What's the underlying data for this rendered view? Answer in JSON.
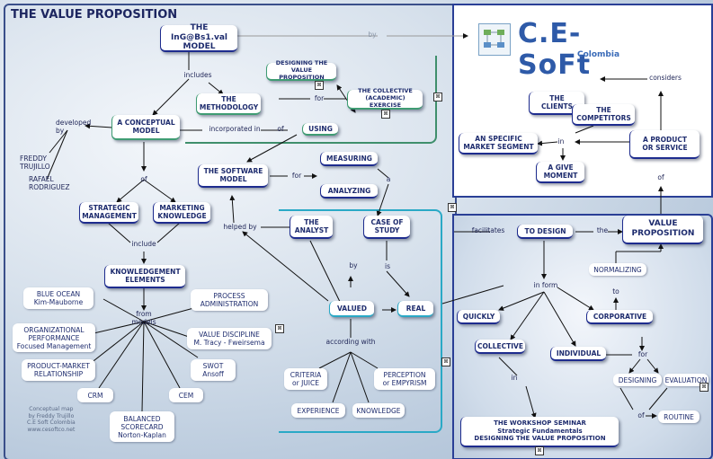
{
  "title": "THE VALUE PROPOSITION",
  "credit": "Conceptual map\nby Freddy Trujillo\nC.E Soft Colombia\nwww.cesoftco.net",
  "logo": {
    "name": "C.E-SoFt",
    "sub": "Colombia"
  },
  "colors": {
    "frame_dark": "#2a3f96",
    "frame_green": "#3f8f6c",
    "frame_teal": "#2aa9c6",
    "text": "#1e2c6e"
  },
  "nodes": {
    "model": "THE InG@Bs1.val\nMODEL",
    "conceptual": "A CONCEPTUAL\nMODEL",
    "methodology": "THE\nMETHODOLOGY",
    "designing_vp": "DESIGNING THE\nVALUE PROPOSITION",
    "collective_ex": "THE COLLECTIVE\n(ACADEMIC) EXERCISE",
    "using": "USING",
    "software": "THE SOFTWARE\nMODEL",
    "measuring": "MEASURING",
    "analyzing": "ANALYZING",
    "strategic": "STRATEGIC\nMANAGEMENT",
    "marketing": "MARKETING\nKNOWLEDGE",
    "analyst": "THE\nANALYST",
    "case": "CASE OF\nSTUDY",
    "knowledge_el": "KNOWLEDGEMENT\nELEMENTS",
    "blue_ocean": "BLUE OCEAN\nKim-Mauborne",
    "process": "PROCESS\nADMINISTRATION",
    "org_perf": "ORGANIZATIONAL\nPERFORMANCE\nFocused Management",
    "value_disc": "VALUE DISCIPLINE\nM. Tracy - Fweirsema",
    "product_market": "PRODUCT-MARKET\nRELATIONSHIP",
    "swot": "SWOT\nAnsoff",
    "crm": "CRM",
    "cem": "CEM",
    "balanced": "BALANCED\nSCORECARD\nNorton-Kaplan",
    "valued": "VALUED",
    "real": "REAL",
    "criteria": "CRITERIA\nor JUICE",
    "perception": "PERCEPTION\nor EMPYRISM",
    "experience": "EXPERIENCE",
    "knowledge": "KNOWLEDGE",
    "clients": "THE\nCLIENTS",
    "competitors": "THE\nCOMPETITORS",
    "segment": "AN SPECIFIC\nMARKET SEGMENT",
    "product": "A PRODUCT\nOR SERVICE",
    "moment": "A GIVE\nMOMENT",
    "to_design": "TO DESIGN",
    "value_prop": "VALUE\nPROPOSITION",
    "normalizing": "NORMALIZING",
    "quickly": "QUICKLY",
    "corporative": "CORPORATIVE",
    "collective": "COLLECTIVE",
    "individual": "INDIVIDUAL",
    "designing": "DESIGNING",
    "evaluation": "EVALUATION",
    "routine": "ROUTINE",
    "workshop": "THE WORKSHOP SEMINAR\nStrategic Fundamentals\nDESIGNING THE VALUE PROPOSITION"
  },
  "labels": {
    "by_top": "by",
    "includes": "includes",
    "developed_by": "developed\nby",
    "freddy": "FREDDY\nTRUJILLO",
    "rafael": "RAFAEL\nRODRIGUEZ",
    "incorporated": "incorporated in",
    "of_using": "of",
    "for_meth": "for",
    "of_conc": "of",
    "for_soft": "for",
    "a": "a",
    "include": "include",
    "helped_by": "helped by",
    "by_valued": "by",
    "is": "is",
    "from_models": "from\nmodels",
    "according": "according with",
    "considers": "considers",
    "in_top": "in",
    "of_right": "of",
    "facilitates": "facilitates",
    "the": "the",
    "in_form": "in form",
    "to": "to",
    "in_work": "in",
    "for_ind": "for",
    "of_ind": "of"
  }
}
